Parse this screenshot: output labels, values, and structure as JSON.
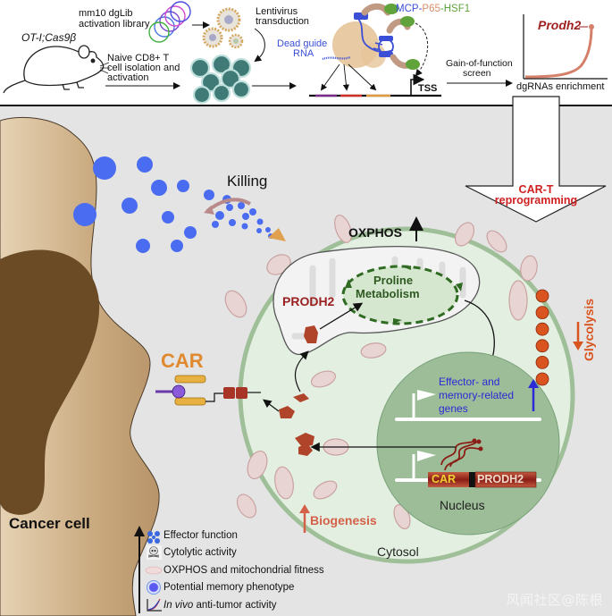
{
  "top_panel": {
    "mouse_label": "OT-I;Cas9β",
    "library_label": "mm10 dgLib activation library",
    "library_line1": "mm10 dgLib",
    "library_line2": "activation library",
    "lentivirus_line1": "Lentivirus",
    "lentivirus_line2": "transduction",
    "naive_line1": "Naive CD8+ T",
    "naive_line2": "cell isolation and",
    "naive_line3": "activation",
    "dead_guide_line1": "Dead guide",
    "dead_guide_line2": "RNA",
    "mcp": "MCP",
    "p65": "P65",
    "hsf1": "HSF1",
    "dash": "-",
    "tss": "TSS",
    "screen_line1": "Gain-of-function",
    "screen_line2": "screen",
    "gene_hit": "Prodh2",
    "enrichment_label": "dgRNAs enrichment",
    "colors": {
      "mcp": "#3a4fd6",
      "p65": "#d98f6a",
      "hsf1": "#5fa33a",
      "gene_hit": "#a02020"
    }
  },
  "main_panel": {
    "reprogramming_line1": "CAR-T",
    "reprogramming_line2": "reprogramming",
    "killing": "Killing",
    "car": "CAR",
    "oxphos": "OXPHOS",
    "prodh2_mito": "PRODH2",
    "proline_line1": "Proline",
    "proline_line2": "Metabolism",
    "glycolysis": "Glycolysis",
    "genes_line1": "Effector- and",
    "genes_line2": "memory-related",
    "genes_line3": "genes",
    "construct_car": "CAR",
    "construct_prodh2": "PRODH2",
    "nucleus": "Nucleus",
    "biogenesis": "Biogenesis",
    "cytosol": "Cytosol",
    "cancer_cell": "Cancer cell",
    "colors": {
      "background": "#e4e4e4",
      "cell_fill": "#e3f0e1",
      "cell_border": "#9fbf98",
      "nucleus_fill": "#9dbd98",
      "cancer_cell": "#c8a67a",
      "cancer_nucleus": "#6b4a26",
      "granule_blue": "#4a6cf0",
      "car_orange": "#e08a30",
      "prodh2_red": "#9a1f1f",
      "proline_green": "#2f6b22",
      "glycolysis_orange": "#d9541e",
      "genes_blue": "#2a2ad6",
      "biogenesis_red": "#d5604a"
    }
  },
  "legend": {
    "items": [
      {
        "icon": "effector-function-icon",
        "label": "Effector function"
      },
      {
        "icon": "skull-icon",
        "label": "Cytolytic activity"
      },
      {
        "icon": "mitochondrion-icon",
        "label": "OXPHOS and mitochondrial fitness"
      },
      {
        "icon": "memory-cell-icon",
        "label": "Potential memory phenotype"
      },
      {
        "icon": "growth-curve-icon",
        "label_italic": "In vivo",
        "label": " anti-tumor activity"
      }
    ]
  },
  "watermark": "风闻社区@陈根"
}
